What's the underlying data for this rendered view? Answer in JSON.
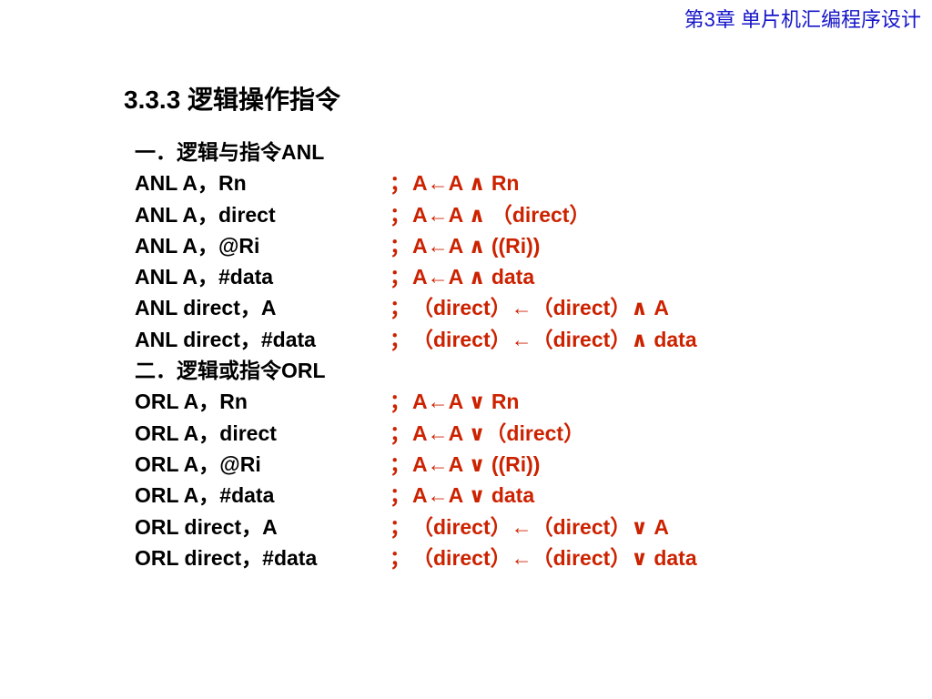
{
  "chapter_header": "第3章  单片机汇编程序设计",
  "section_title": "3.3.3   逻辑操作指令",
  "lines": [
    {
      "kind": "heading",
      "text": "一．逻辑与指令ANL"
    },
    {
      "kind": "instr",
      "instruction": "ANL  A，Rn",
      "semicolon": "；",
      "effect": "A←A ∧ Rn"
    },
    {
      "kind": "instr",
      "instruction": "ANL  A，direct",
      "semicolon": "；",
      "effect": "A←A ∧ （direct）"
    },
    {
      "kind": "instr",
      "instruction": "ANL  A，@Ri",
      "semicolon": "；",
      "effect": "A←A ∧ ((Ri))"
    },
    {
      "kind": "instr",
      "instruction": "ANL  A，#data",
      "semicolon": "；",
      "effect": " A←A ∧ data"
    },
    {
      "kind": "instr",
      "instruction": "ANL  direct，A",
      "semicolon": "；",
      "effect": "（direct）←（direct）∧ A"
    },
    {
      "kind": "instr",
      "instruction": "ANL  direct，#data",
      "semicolon": "；",
      "effect": "（direct）←（direct）∧ data"
    },
    {
      "kind": "heading",
      "text": "二．逻辑或指令ORL"
    },
    {
      "kind": "instr",
      "instruction": "ORL  A，Rn",
      "semicolon": "；",
      "effect": "A←A ∨ Rn"
    },
    {
      "kind": "instr",
      "instruction": "ORL  A，direct",
      "semicolon": "；",
      "effect": "A←A ∨（direct）"
    },
    {
      "kind": "instr",
      "instruction": "ORL  A，@Ri",
      "semicolon": "；",
      "effect": "A←A ∨ ((Ri))"
    },
    {
      "kind": "instr",
      "instruction": "ORL  A，#data",
      "semicolon": "；",
      "effect": "A←A ∨ data"
    },
    {
      "kind": "instr",
      "instruction": "ORL  direct，A",
      "semicolon": "；",
      "effect": "（direct）←（direct）∨ A"
    },
    {
      "kind": "instr",
      "instruction": "ORL  direct，#data",
      "semicolon": "；",
      "effect": "（direct）←（direct）∨ data"
    }
  ],
  "colors": {
    "chapter_header": "#1414c8",
    "instruction_text": "#000000",
    "effect_text": "#cc2200",
    "background": "#ffffff"
  }
}
